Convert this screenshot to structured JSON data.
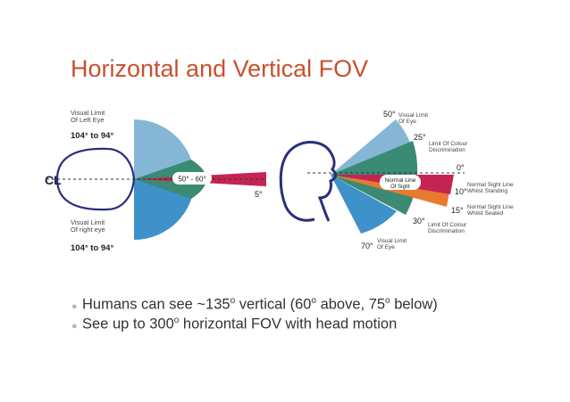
{
  "slide": {
    "title": "Horizontal and Vertical FOV"
  },
  "horizontal": {
    "left_label_l1": "Visual Limit",
    "left_label_l2": "Of Left Eye",
    "left_range": "104° to 94°",
    "right_label_l1": "Visual Limit",
    "right_label_l2": "Of right eye",
    "right_range": "104° to 94°",
    "binocular": "50° - 60°",
    "red_angle": "5°",
    "centerline_mark": "CL"
  },
  "vertical": {
    "up_limit": "50°",
    "up_limit_l1": "Visual Limit",
    "up_limit_l2": "Of Eye",
    "up_colour": "25°",
    "up_colour_l1": "Limit Of Colour",
    "up_colour_l2": "Discrimination",
    "zero": "0°",
    "normal_l1": "Normal Line",
    "normal_l2": "Of Sight",
    "standing": "10°",
    "standing_l1": "Normal Sight Line",
    "standing_l2": "Whilst Standing",
    "seated": "15°",
    "seated_l1": "Normal Sight Line",
    "seated_l2": "Whilst Seated",
    "down_colour": "30°",
    "down_colour_l1": "Limit Of Colour",
    "down_colour_l2": "Discrimination",
    "down_limit": "70°",
    "down_limit_l1": "Visual Limit",
    "down_limit_l2": "Of Eye"
  },
  "bullets": {
    "b1_a": "Humans can see ~135",
    "b1_sup1": "o",
    "b1_b": " vertical (60",
    "b1_sup2": "o",
    "b1_c": " above, 75",
    "b1_sup3": "o",
    "b1_d": " below)",
    "b2_a": "See up to 300",
    "b2_sup": "o",
    "b2_b": " horizontal FOV with head motion"
  },
  "colors": {
    "title": "#c8502f",
    "light_blue": "#86b6d6",
    "blue": "#3f92c9",
    "green": "#3a8a74",
    "red": "#c52452",
    "orange": "#e87a30",
    "navy": "#2a2f7a"
  }
}
